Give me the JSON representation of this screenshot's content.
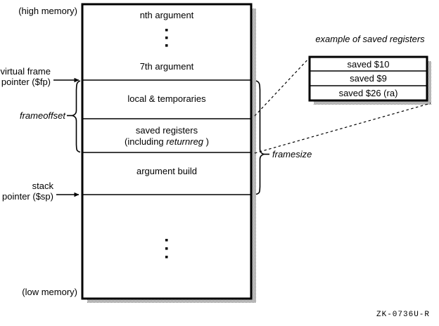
{
  "figure": {
    "id_label": "ZK-0736U-R",
    "memory_top_label": "(high memory)",
    "memory_bottom_label": "(low memory)"
  },
  "stack": {
    "regions": [
      {
        "name": "arguments",
        "line1": "nth argument",
        "line2": "7th argument",
        "ellipsis": "vertical-dots"
      },
      {
        "name": "locals",
        "line1": "local & temporaries",
        "line2": ""
      },
      {
        "name": "saved-registers",
        "line1": "saved registers",
        "line2_prefix": "(including ",
        "line2_italic": "returnreg",
        "line2_suffix": " )"
      },
      {
        "name": "argument-build",
        "line1": "argument build",
        "line2": ""
      },
      {
        "name": "unused",
        "line1": "",
        "line2": "",
        "ellipsis": "vertical-dots"
      }
    ]
  },
  "pointers": {
    "vfp": {
      "line1": "virtual frame",
      "line2": "pointer ($fp)"
    },
    "sp": {
      "line1": "stack",
      "line2": "pointer ($sp)"
    }
  },
  "braces": {
    "frameoffset": "frameoffset",
    "framesize": "framesize"
  },
  "detail": {
    "caption": "example of saved registers",
    "rows": [
      {
        "label": "saved $10"
      },
      {
        "label": "saved $9"
      },
      {
        "label": "saved $26 (ra)"
      }
    ]
  },
  "colors": {
    "ink": "#000000",
    "paper": "#ffffff",
    "shadow": "#9a9a9a"
  }
}
